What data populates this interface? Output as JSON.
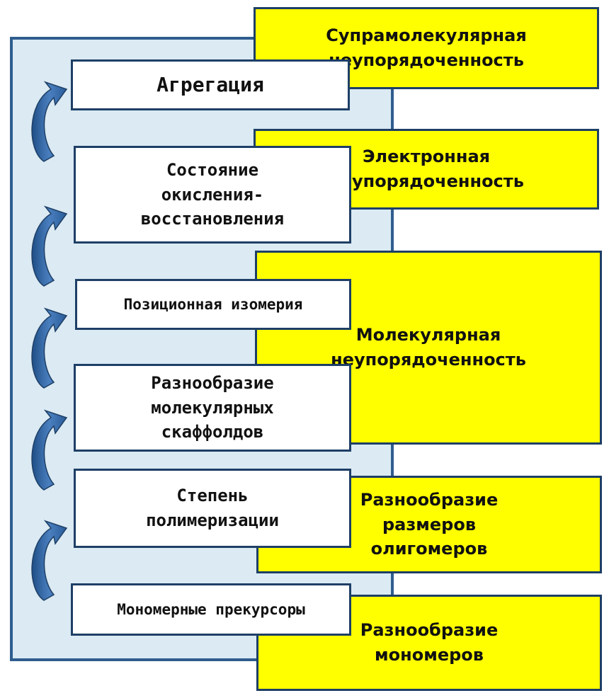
{
  "levels": [
    {
      "label": "Агрегация"
    },
    {
      "label": "Состояние\nокисления-\nвосстановления"
    },
    {
      "label": "Позиционная изомерия"
    },
    {
      "label": "Разнообразие\nмолекулярных\nскаффолдов"
    },
    {
      "label": "Степень\nполимеризации"
    },
    {
      "label": "Мономерные прекурсоры"
    }
  ],
  "disorder": [
    {
      "label": "Супрамолекулярная\nнеупорядоченность"
    },
    {
      "label": "Электронная\nнеупорядоченность"
    },
    {
      "label": "Молекулярная\nнеупорядоченность"
    },
    {
      "label": "Разнообразие\nразмеров\nолигомеров"
    },
    {
      "label": "Разнообразие\nмономеров"
    }
  ],
  "colors": {
    "panel": "#dbeaf3",
    "border": "#2f5d8e",
    "highlight": "#ffff00",
    "arrow": "#3a6aa6"
  }
}
